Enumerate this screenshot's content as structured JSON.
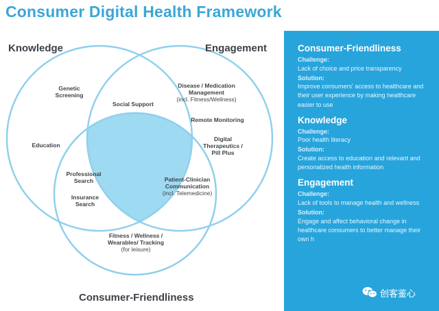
{
  "title": "Consumer Digital Health Framework",
  "venn": {
    "knowledge_label": "Knowledge",
    "engagement_label": "Engagement",
    "consumer_label": "Consumer-Friendliness",
    "regions": {
      "genetic_screening": "Genetic Screening",
      "education": "Education",
      "social_support": "Social Support",
      "disease_management": "Disease / Medication Management",
      "disease_management_sub": "(incl. Fitness/Wellness)",
      "remote_monitoring": "Remote Monitoring",
      "digital_therapeutics": "Digital Therapeutics / Pill Plus",
      "professional_search": "Professional Search",
      "insurance_search": "Insurance Search",
      "patient_clinician": "Patient-Clinician Communication",
      "patient_clinician_sub": "(incl. Telemedicine)",
      "fitness": "Fitness / Wellness / Wearables/ Tracking",
      "fitness_sub": "(for leisure)"
    },
    "colors": {
      "circle_stroke": "#8fd0ec",
      "center_fill": "#8dd4f0"
    }
  },
  "panel": {
    "sections": [
      {
        "heading": "Consumer-Friendliness",
        "challenge_label": "Challenge:",
        "challenge": "Lack of choice and price transparency",
        "solution_label": "Solution:",
        "solution": "Improve consumers' access to healthcare and their user experience by making healthcare easier to use"
      },
      {
        "heading": "Knowledge",
        "challenge_label": "Challenge:",
        "challenge": "Poor health literacy",
        "solution_label": "Solution:",
        "solution": "Create access to education and relevant and personalized health information"
      },
      {
        "heading": "Engagement",
        "challenge_label": "Challenge:",
        "challenge": "Lack of tools to manage health and wellness",
        "solution_label": "Solution:",
        "solution": "Engage and affect behavioral change in healthcare consumers to better manage their own h"
      }
    ],
    "colors": {
      "background": "#27a4dc"
    }
  },
  "watermark": {
    "text": "创客鉴心",
    "icon": "wechat-icon"
  }
}
